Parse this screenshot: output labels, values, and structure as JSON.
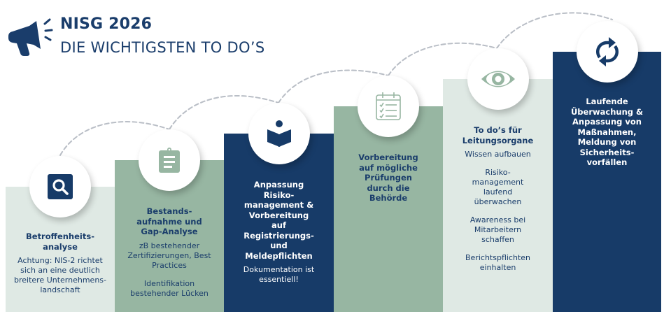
{
  "header": {
    "title": "NISG 2026",
    "subtitle": "DIE WICHTIGSTEN TO DO’S",
    "icon": "megaphone-icon"
  },
  "colors": {
    "navy": "#173b68",
    "sage": "#97b6a2",
    "light": "#dfe9e4",
    "dash": "#b9bec6"
  },
  "steps": [
    {
      "icon": "search-icon",
      "heading": "Betroffenheits-\nanalyse",
      "body": [
        "Achtung: NIS-2 richtet sich an eine deutlich breitere Unternehmens-\nlandschaft"
      ]
    },
    {
      "icon": "clipboard-icon",
      "heading": "Bestands-\naufnahme und\nGap-Analyse",
      "body": [
        "zB bestehender Zertifizierungen, Best Practices",
        "Identifikation bestehender Lücken"
      ]
    },
    {
      "icon": "reading-person-icon",
      "heading": "Anpassung\nRisiko-\nmanagement &\nVorbereitung\nauf\nRegistrierungs-\nund\nMeldepflichten",
      "body": [
        "Dokumentation ist essentiell!"
      ]
    },
    {
      "icon": "checklist-calendar-icon",
      "heading": "Vorbereitung\nauf mögliche\nPrüfungen\ndurch die\nBehörde",
      "body": []
    },
    {
      "icon": "eye-icon",
      "heading": "To do’s für\nLeitungsorgane",
      "body": [
        "Wissen aufbauen",
        "Risiko-\nmanagement\nlaufend\nüberwachen",
        "Awareness bei\nMitarbeitern\nschaffen",
        "Berichtspflichten\neinhalten"
      ]
    },
    {
      "icon": "refresh-cycle-icon",
      "heading": "Laufende\nÜberwachung &\nAnpassung von\nMaßnahmen,\nMeldung von\nSicherheits-\nvorfällen",
      "body": []
    }
  ]
}
